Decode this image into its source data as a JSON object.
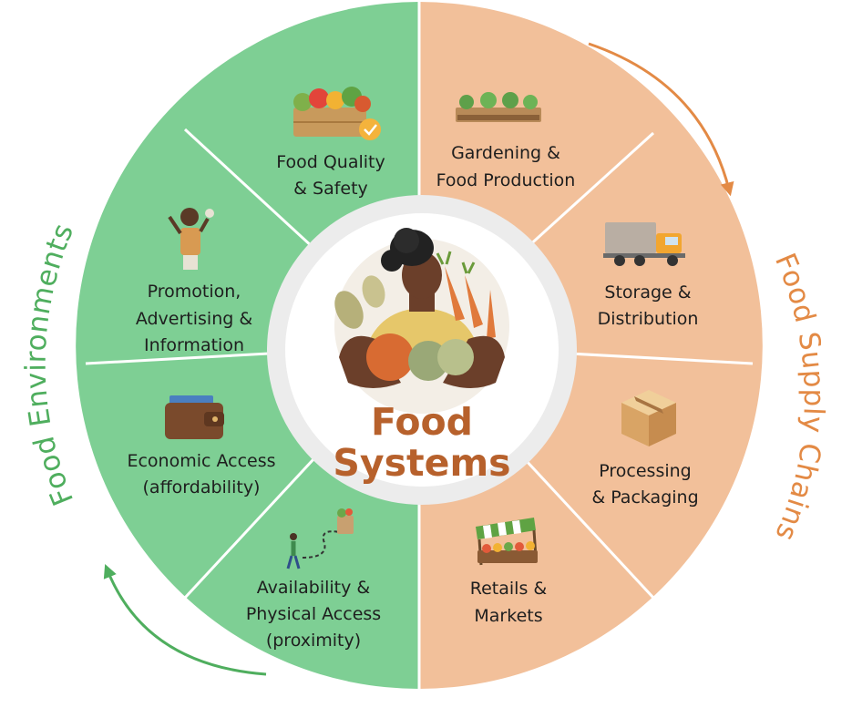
{
  "center": {
    "title_line1": "Food",
    "title_line2": "Systems",
    "icon": "woman-holding-vegetables-icon"
  },
  "left_arc": {
    "label": "Food Environments",
    "color": "#4fae5e"
  },
  "right_arc": {
    "label": "Food Supply Chains",
    "color": "#e38a45"
  },
  "colors": {
    "left_fill": "#7ecf94",
    "right_fill": "#f2c09a",
    "center_ring": "#ececec",
    "center_title": "#b7612c",
    "divider": "#ffffff"
  },
  "left_segments": [
    {
      "line1": "Food Quality",
      "line2": "& Safety",
      "line3": "",
      "icon": "vegetable-crate-icon"
    },
    {
      "line1": "Promotion,",
      "line2": "Advertising &",
      "line3": "Information",
      "icon": "person-with-megaphone-icon"
    },
    {
      "line1": "Economic Access",
      "line2": "(affordability)",
      "line3": "",
      "icon": "wallet-icon"
    },
    {
      "line1": "Availability &",
      "line2": "Physical Access",
      "line3": "(proximity)",
      "icon": "walking-to-groceries-icon"
    }
  ],
  "right_segments": [
    {
      "line1": "Gardening &",
      "line2": "Food Production",
      "line3": "",
      "icon": "garden-bed-icon"
    },
    {
      "line1": "Storage &",
      "line2": "Distribution",
      "line3": "",
      "icon": "delivery-truck-icon"
    },
    {
      "line1": "Processing",
      "line2": "& Packaging",
      "line3": "",
      "icon": "cardboard-box-icon"
    },
    {
      "line1": "Retails &",
      "line2": "Markets",
      "line3": "",
      "icon": "market-stall-icon"
    }
  ]
}
